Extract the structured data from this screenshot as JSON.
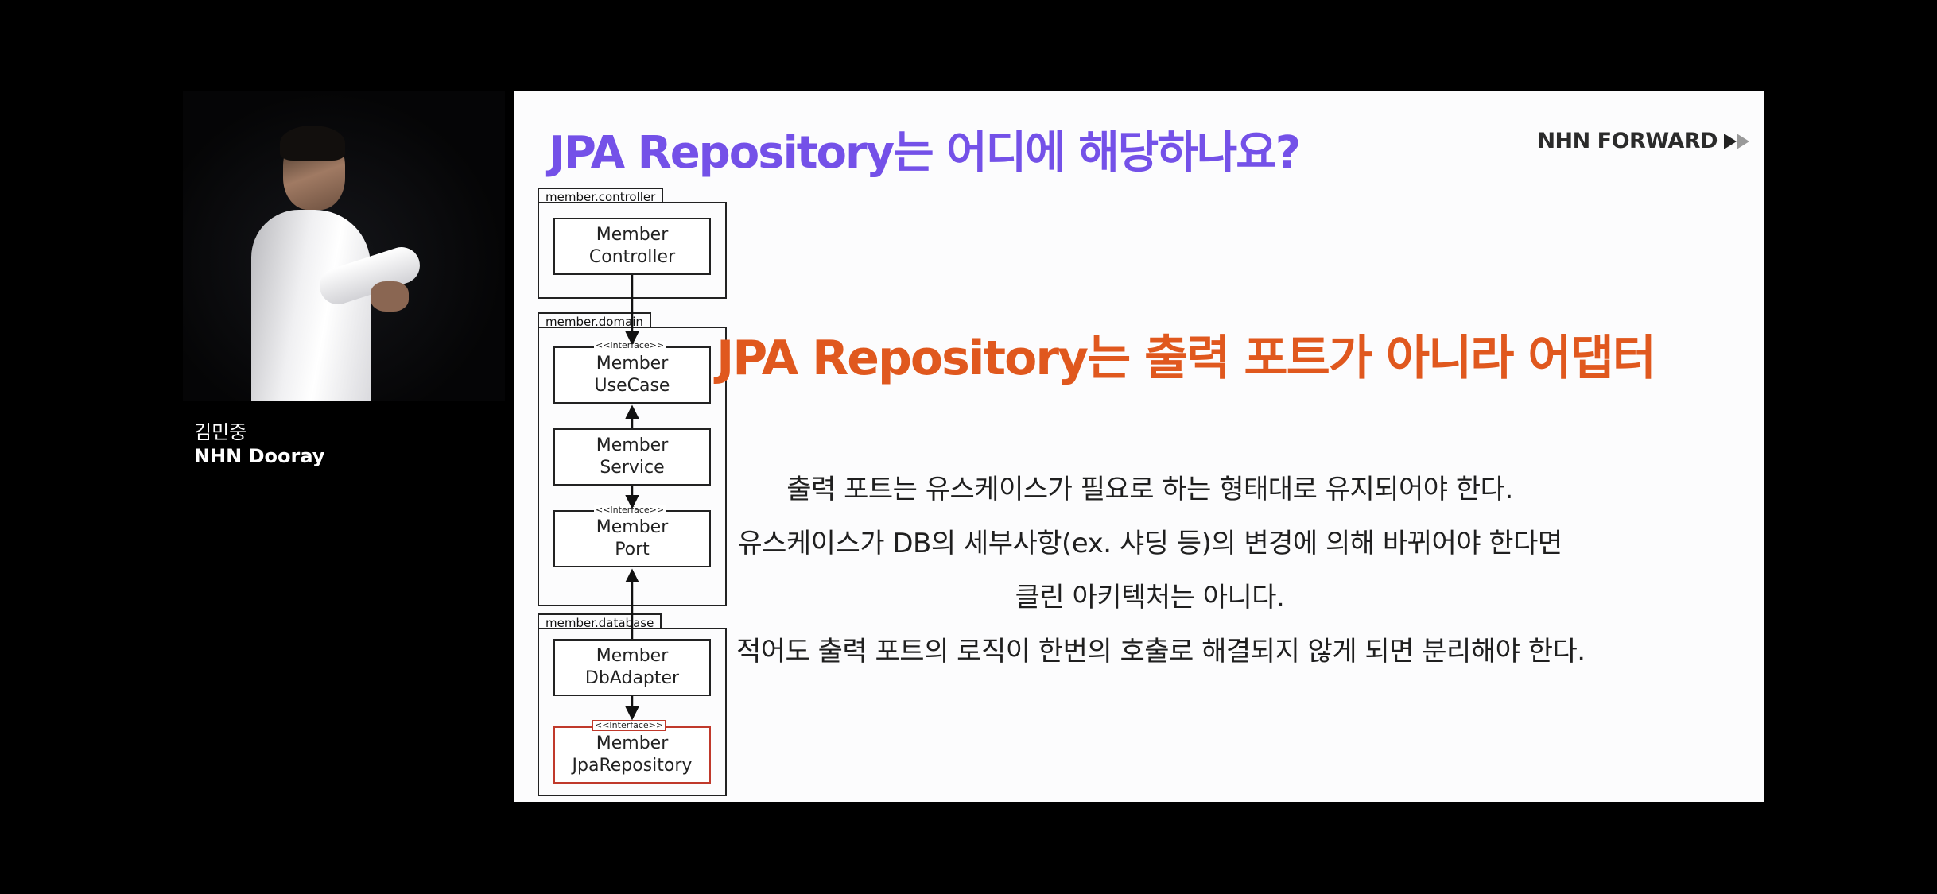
{
  "speaker": {
    "name": "김민중",
    "org": "NHN Dooray"
  },
  "slide": {
    "title": "JPA Repository는 어디에 해당하나요?",
    "brand": "NHN FORWARD",
    "headline": "JPA Repository는 출력 포트가 아니라 어댑터",
    "body_lines": [
      "출력 포트는 유스케이스가 필요로 하는 형태대로 유지되어야 한다.",
      "유스케이스가 DB의 세부사항(ex. 샤딩 등)의 변경에 의해 바뀌어야 한다면",
      "클린 아키텍처는 아니다.",
      "적어도 출력 포트의 로직이 한번의 호출로 해결되지 않게 되면 분리해야 한다."
    ]
  },
  "diagram": {
    "packages": {
      "controller": "member.controller",
      "domain": "member.domain",
      "database": "member.database"
    },
    "stereotype": "<<Interface>>",
    "components": {
      "controller": [
        "Member",
        "Controller"
      ],
      "usecase": [
        "Member",
        "UseCase"
      ],
      "service": [
        "Member",
        "Service"
      ],
      "port": [
        "Member",
        "Port"
      ],
      "dbadapter": [
        "Member",
        "DbAdapter"
      ],
      "jparepository": [
        "Member",
        "JpaRepository"
      ]
    }
  },
  "colors": {
    "title": "#7451e8",
    "headline": "#e0581e",
    "highlight_border": "#c0392b",
    "background": "#000000",
    "slide_bg": "#fcfcfd"
  }
}
